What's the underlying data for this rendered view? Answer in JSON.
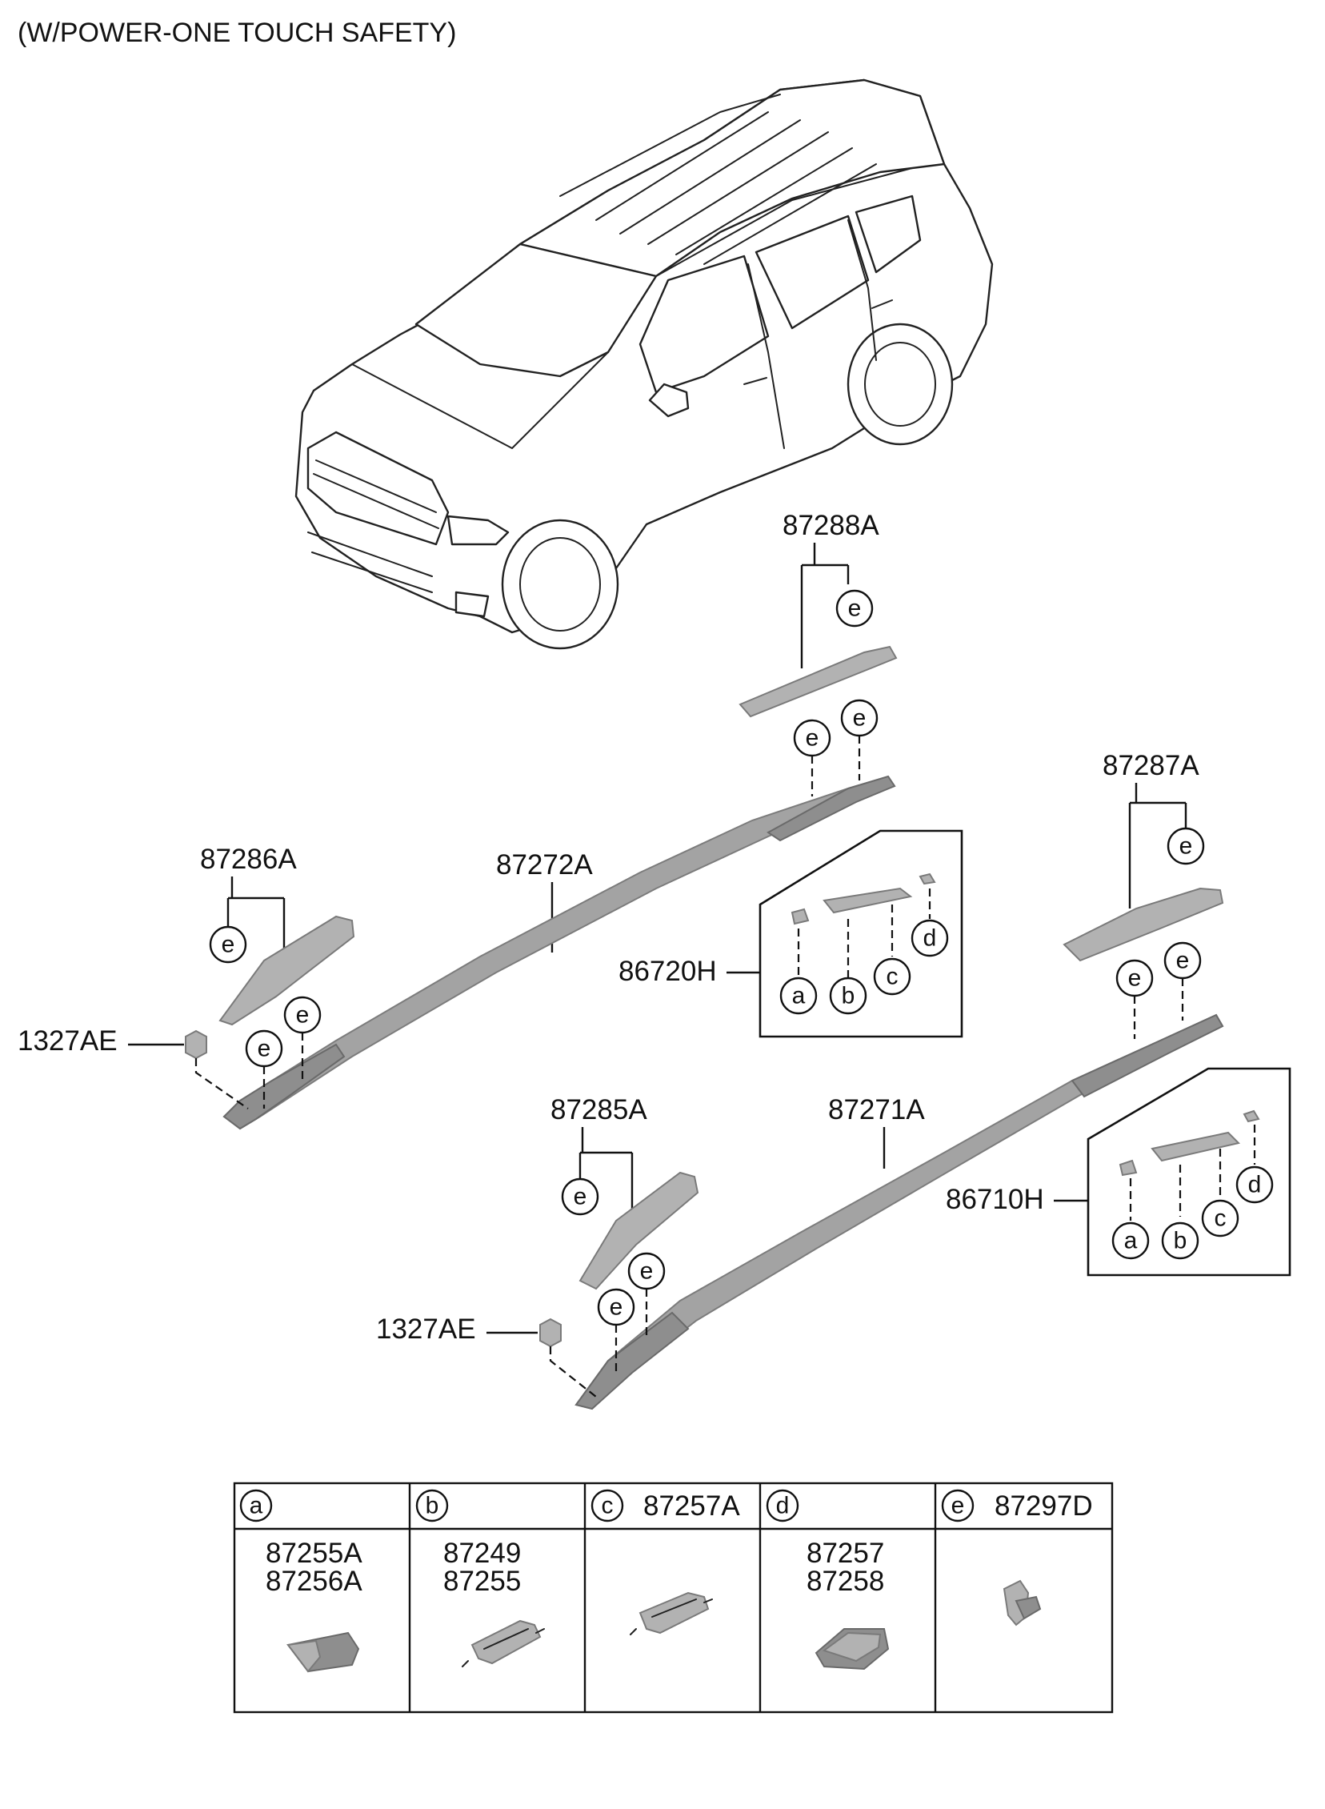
{
  "title": "(W/POWER-ONE TOUCH SAFETY)",
  "callouts": {
    "p87288A": "87288A",
    "p87287A": "87287A",
    "p87286A": "87286A",
    "p87285A": "87285A",
    "p87272A": "87272A",
    "p87271A": "87271A",
    "p86720H": "86720H",
    "p86710H": "86710H",
    "p1327AE_top": "1327AE",
    "p1327AE_bottom": "1327AE"
  },
  "ref_letters": {
    "a": "a",
    "b": "b",
    "c": "c",
    "d": "d",
    "e": "e"
  },
  "legend_table": {
    "columns": [
      {
        "letter": "a",
        "header_part": "",
        "parts": [
          "87255A",
          "87256A"
        ]
      },
      {
        "letter": "b",
        "header_part": "",
        "parts": [
          "87249",
          "87255"
        ]
      },
      {
        "letter": "c",
        "header_part": "87257A",
        "parts": []
      },
      {
        "letter": "d",
        "header_part": "",
        "parts": [
          "87257",
          "87258"
        ]
      },
      {
        "letter": "e",
        "header_part": "87297D",
        "parts": []
      }
    ]
  },
  "colors": {
    "line": "#111111",
    "part_fill": "#a3a3a3",
    "background": "#ffffff"
  }
}
